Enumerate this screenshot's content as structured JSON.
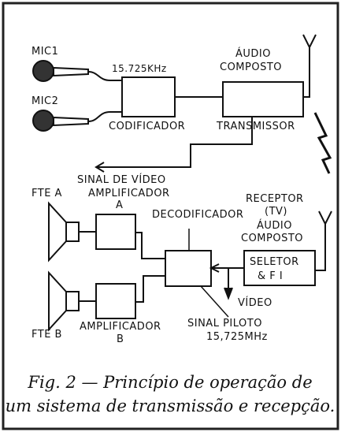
{
  "colors": {
    "ink": "#111111",
    "paper": "#ffffff",
    "border": "#222222"
  },
  "labels": {
    "mic1": "MIC1",
    "mic2": "MIC2",
    "freq_top": "15.725KHz",
    "encoder": "CODIFICADOR",
    "audio_composite_top_1": "ÁUDIO",
    "audio_composite_top_2": "COMPOSTO",
    "transmitter": "TRANSMISSOR",
    "video_signal": "SINAL DE VÍDEO",
    "amplifier_a_1": "AMPLIFICADOR",
    "amplifier_a_2": "A",
    "source_a": "FTE A",
    "receiver_1": "RECEPTOR",
    "receiver_2": "(TV)",
    "decoder": "DECODIFICADOR",
    "audio_composite_bottom_1": "ÁUDIO",
    "audio_composite_bottom_2": "COMPOSTO",
    "selector_1": "SELETOR",
    "selector_2": "& F I",
    "video_out": "VÍDEO",
    "source_b": "FTE B",
    "amplifier_b_1": "AMPLIFICADOR",
    "amplifier_b_2": "B",
    "pilot_signal_1": "SINAL PILOTO",
    "pilot_signal_2": "15,725MHz"
  },
  "caption": {
    "line1": "Fig. 2 — Princípio de operação de",
    "line2": "um sistema de transmissão e recepção."
  }
}
